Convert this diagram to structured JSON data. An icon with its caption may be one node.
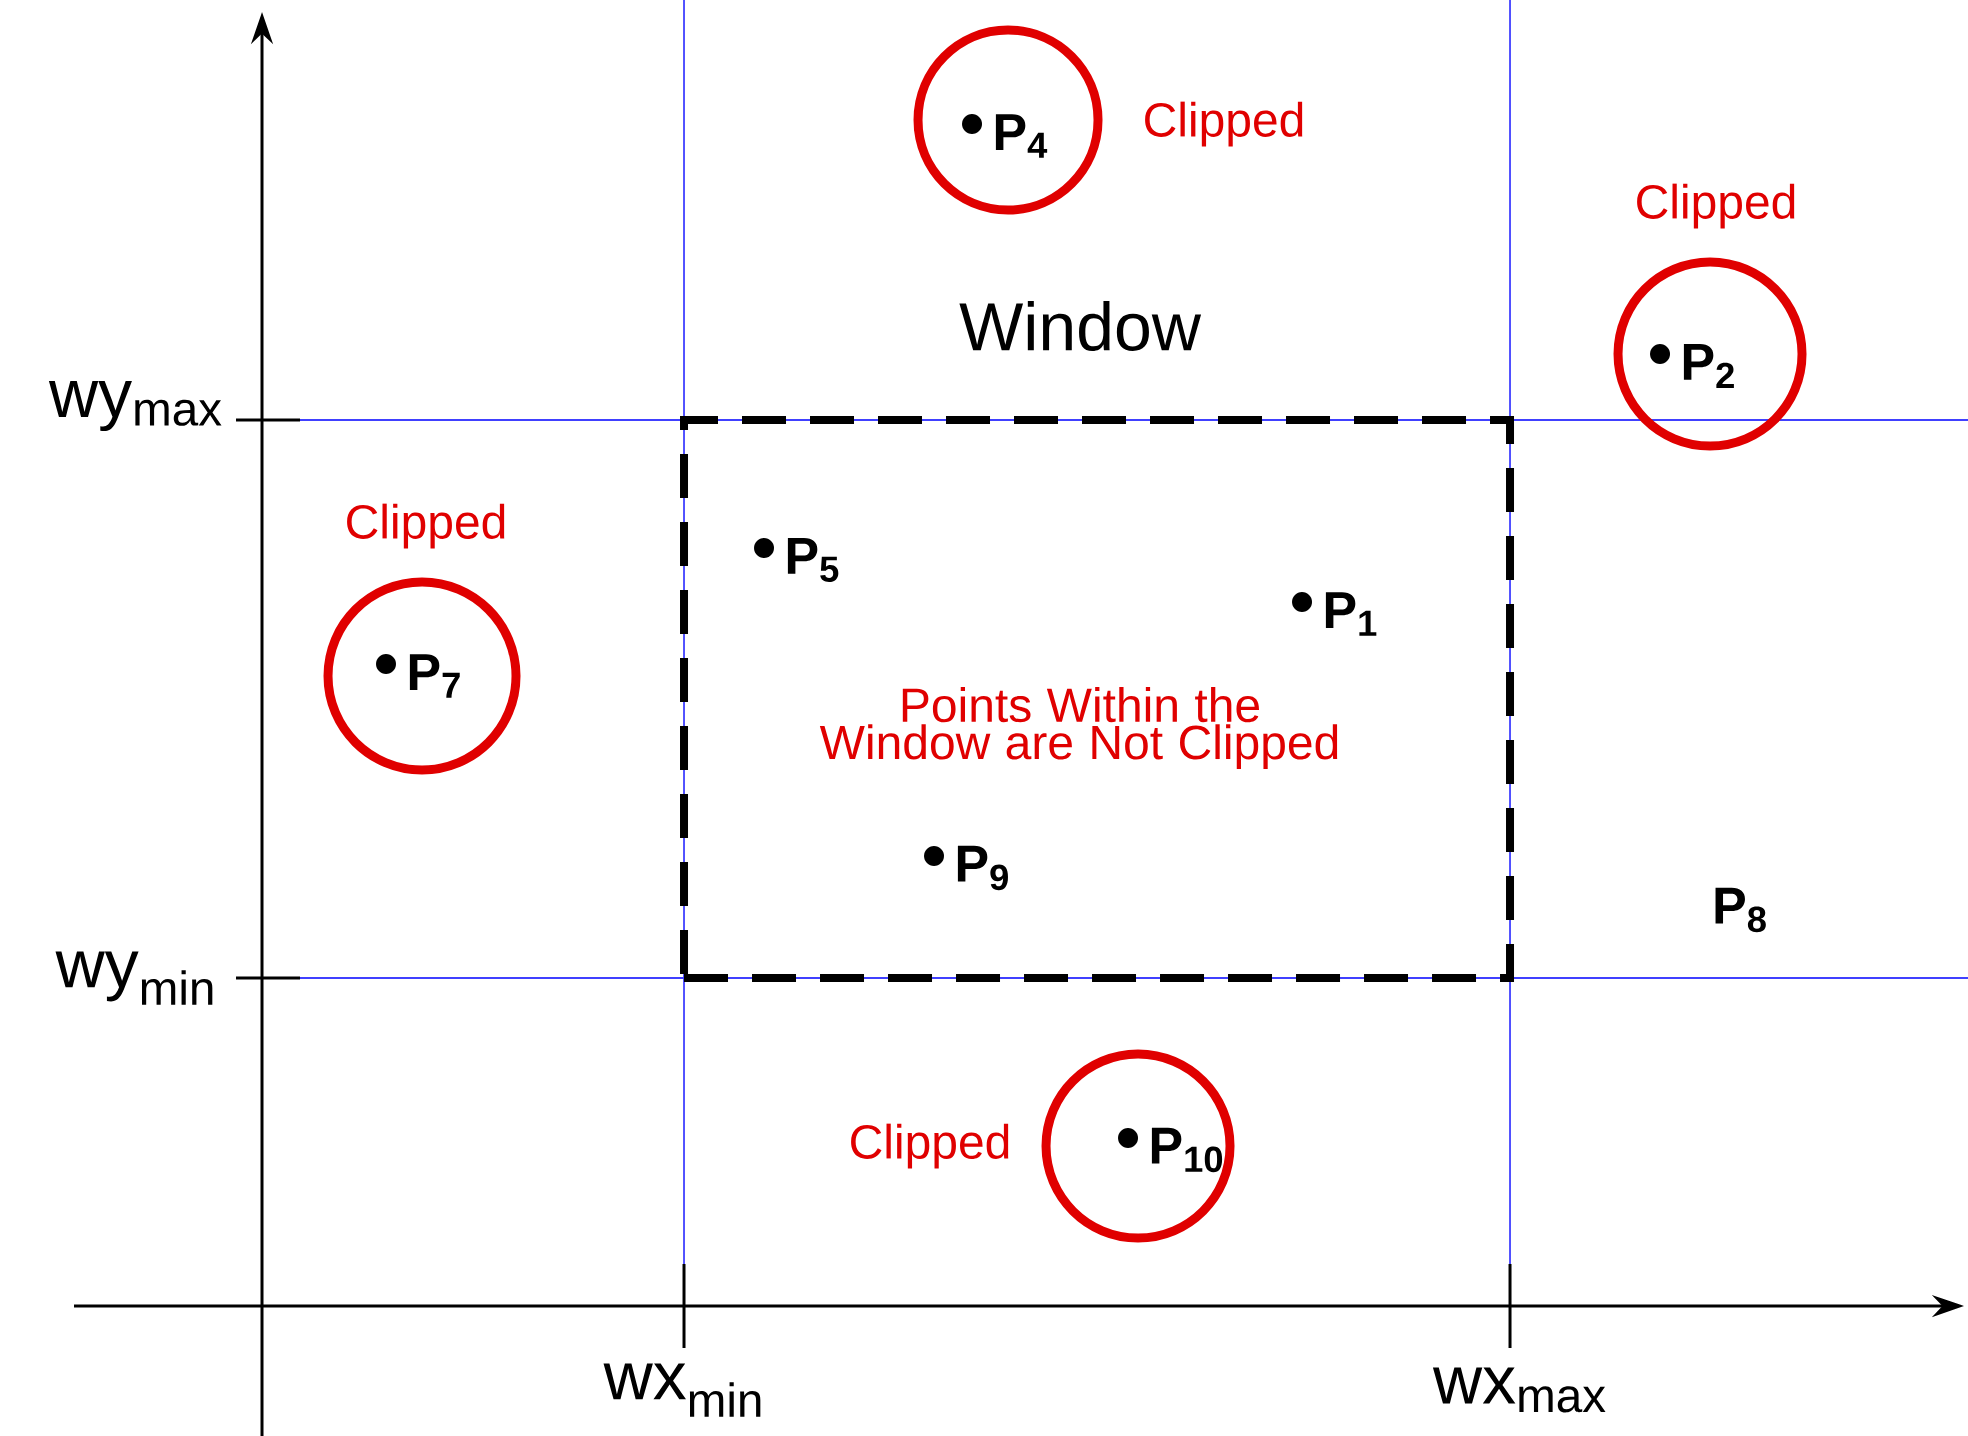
{
  "diagram": {
    "nodes": [
      {
        "text": [
          "P$_{4}$"
        ],
        "beside": [
          "Clipped"
        ]
      },
      {
        "text": [
          "Window",
          "Points Within the Window are Not Clipped"
        ]
      },
      {
        "text": [
          "P$_{2}$"
        ],
        "beside": [
          "Clipped"
        ]
      },
      {
        "text": [
          "P$_{7}$"
        ],
        "beside": [
          "Clipped"
        ]
      },
      {
        "text": [
          "P$_{10}$"
        ],
        "beside": [
          "Clipped"
        ]
      }
    ],
    "labels": [
      "wy$_{max}$",
      "P$_{5}$",
      "P$_{1}$",
      "P$_{9}$",
      "P$_{8}$",
      "wy$_{min}$",
      "wx$_{min}$",
      "wx$_{max}$"
    ]
  }
}
